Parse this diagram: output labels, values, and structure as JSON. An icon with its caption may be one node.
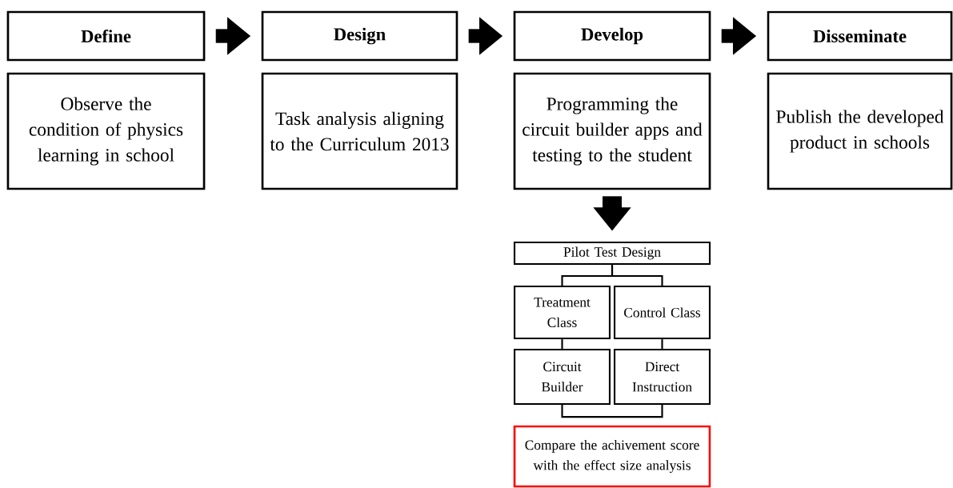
{
  "diagram": {
    "nodes": [
      {
        "text": [
          "Define"
        ]
      },
      {
        "text": [
          "Observe the condition of physics learning in school"
        ]
      },
      {
        "text": [
          "Design"
        ]
      },
      {
        "text": [
          "Task analysis aligning to the Curriculum 2013"
        ]
      },
      {
        "text": [
          "Develop"
        ]
      },
      {
        "text": [
          "Programming the circuit builder apps and testing to the student"
        ]
      },
      {
        "text": [
          "Disseminate"
        ]
      },
      {
        "text": [
          "Publish the developed product in schools"
        ]
      },
      {
        "text": [
          "Pilot Test Design"
        ]
      },
      {
        "text": [
          "Treatment Class"
        ]
      },
      {
        "text": [
          "Control Class"
        ]
      },
      {
        "text": [
          "Circuit Builder"
        ]
      },
      {
        "text": [
          "Direct Instruction"
        ]
      },
      {
        "text": [
          "Compare the achivement score with the effect size analysis"
        ]
      }
    ],
    "edges": [
      {
        "from": 0,
        "to": 2,
        "arrow": "to",
        "style": "thick"
      },
      {
        "from": 2,
        "to": 4,
        "arrow": "to",
        "style": "thick"
      },
      {
        "from": 4,
        "to": 6,
        "arrow": "to",
        "style": "thick"
      },
      {
        "from": 5,
        "to": 8,
        "arrow": "to",
        "style": "thick"
      },
      {
        "from": 8,
        "to": 9,
        "arrow": "none"
      },
      {
        "from": 8,
        "to": 10,
        "arrow": "none"
      },
      {
        "from": 9,
        "to": 11,
        "arrow": "none"
      },
      {
        "from": 10,
        "to": 12,
        "arrow": "none"
      },
      {
        "from": 11,
        "to": 12,
        "arrow": "none"
      }
    ]
  }
}
